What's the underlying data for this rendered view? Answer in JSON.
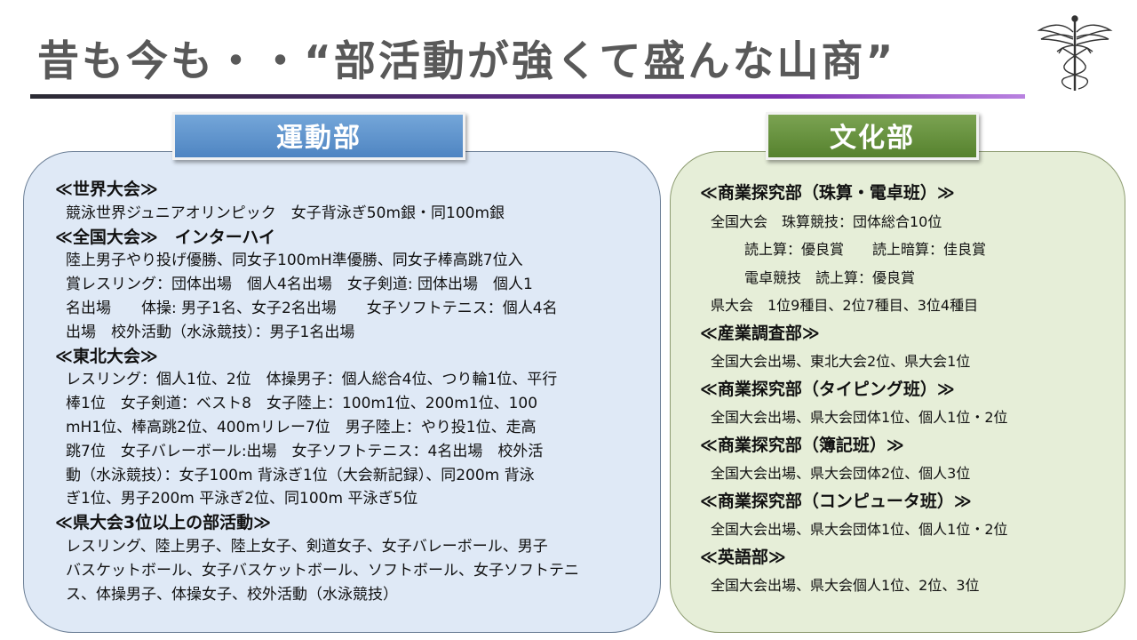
{
  "title": "昔も今も・・“部活動が強くて盛んな山商”",
  "sports": {
    "label": "運動部",
    "lines": [
      {
        "kind": "sec",
        "text": "≪世界大会≫"
      },
      {
        "kind": "txt",
        "text": "競泳世界ジュニアオリンピック　女子背泳ぎ50m銀・同100m銀"
      },
      {
        "kind": "sec",
        "text": "≪全国大会≫　インターハイ"
      },
      {
        "kind": "txt",
        "text": "陸上男子やり投げ優勝、同女子100mH準優勝、同女子棒高跳7位入"
      },
      {
        "kind": "txt",
        "text": "賞レスリング：団体出場　個人4名出場　女子剣道: 団体出場　個人1"
      },
      {
        "kind": "txt",
        "text": "名出場　　体操: 男子1名、女子2名出場　　女子ソフトテニス：個人4名"
      },
      {
        "kind": "txt",
        "text": "出場　校外活動（水泳競技）：男子1名出場"
      },
      {
        "kind": "sec",
        "text": "≪東北大会≫"
      },
      {
        "kind": "txt",
        "text": "レスリング：個人1位、2位　体操男子：個人総合4位、つり輪1位、平行"
      },
      {
        "kind": "txt",
        "text": "棒1位　女子剣道：ベスト8　女子陸上：100m1位、200m1位、100"
      },
      {
        "kind": "txt",
        "text": "mH1位、棒高跳2位、400mリレー7位　男子陸上：やり投1位、走高"
      },
      {
        "kind": "txt",
        "text": "跳7位　女子バレーボール:出場　女子ソフトテニス：4名出場　校外活"
      },
      {
        "kind": "txt",
        "text": "動（水泳競技）：女子100m 背泳ぎ1位（大会新記録）、同200m 背泳"
      },
      {
        "kind": "txt",
        "text": "ぎ1位、男子200m 平泳ぎ2位、同100m 平泳ぎ5位"
      },
      {
        "kind": "sec",
        "text": "≪県大会3位以上の部活動≫"
      },
      {
        "kind": "txt",
        "text": "レスリング、陸上男子、陸上女子、剣道女子、女子バレーボール、男子"
      },
      {
        "kind": "txt",
        "text": "バスケットボール、女子バスケットボール、ソフトボール、女子ソフトテニ"
      },
      {
        "kind": "txt",
        "text": "ス、体操男子、体操女子、校外活動（水泳競技）"
      }
    ]
  },
  "culture": {
    "label": "文化部",
    "lines": [
      {
        "kind": "sec",
        "text": "≪商業探究部（珠算・電卓班）≫"
      },
      {
        "kind": "txt",
        "text": "全国大会　珠算競技：団体総合10位"
      },
      {
        "kind": "deep",
        "text": "読上算：優良賞　　読上暗算：佳良賞"
      },
      {
        "kind": "deep",
        "text": "電卓競技　読上算：優良賞"
      },
      {
        "kind": "txt",
        "text": "県大会　1位9種目、2位7種目、3位4種目"
      },
      {
        "kind": "sec",
        "text": "≪産業調査部≫"
      },
      {
        "kind": "txt",
        "text": "全国大会出場、東北大会2位、県大会1位"
      },
      {
        "kind": "sec",
        "text": "≪商業探究部（タイピング班）≫"
      },
      {
        "kind": "txt",
        "text": "全国大会出場、県大会団体1位、個人1位・2位"
      },
      {
        "kind": "sec",
        "text": "≪商業探究部（簿記班）≫"
      },
      {
        "kind": "txt",
        "text": "全国大会出場、県大会団体2位、個人3位"
      },
      {
        "kind": "sec",
        "text": "≪商業探究部（コンピュータ班）≫"
      },
      {
        "kind": "txt",
        "text": "全国大会出場、県大会団体1位、個人1位・2位"
      },
      {
        "kind": "sec",
        "text": "≪英語部≫"
      },
      {
        "kind": "txt",
        "text": "全国大会出場、県大会個人1位、2位、3位"
      }
    ]
  }
}
